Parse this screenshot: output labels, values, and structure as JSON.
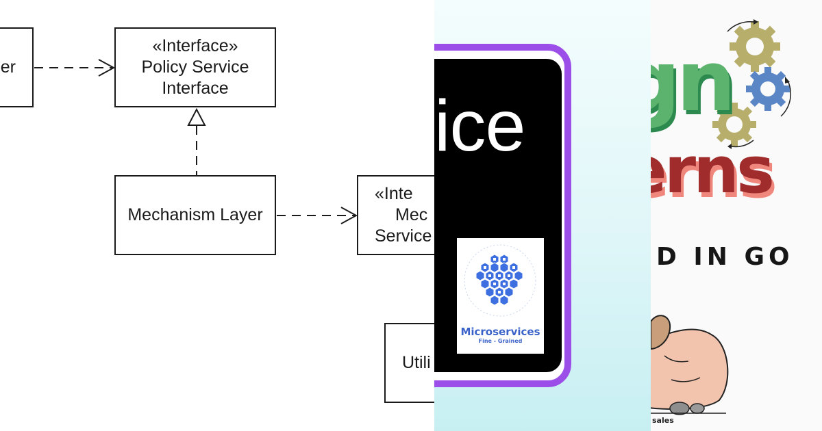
{
  "uml": {
    "left_box_fragment": "er",
    "policy_interface": {
      "stereotype": "«Interface»",
      "line1": "Policy Service",
      "line2": "Interface"
    },
    "mechanism_layer": "Mechanism Layer",
    "mechanism_interface": {
      "stereotype": "«Inte",
      "line1": "Mec",
      "line2": "Service"
    },
    "utility_fragment": "Utili",
    "colors": {
      "line": "#1a1a1a",
      "background": "#ffffff"
    }
  },
  "microservice_card": {
    "heading_fragment": "ice",
    "logo_title": "Microservices",
    "logo_subtitle": "Fine - Grained",
    "colors": {
      "frame": "#9c4fe8",
      "card": "#000000",
      "logo_text": "#3a62c9",
      "hex_tiles": "#3d6fe0"
    },
    "logo_icons": [
      "cloud-icon",
      "people-icon",
      "network-icon",
      "chart-icon",
      "lock-icon",
      "cart-icon",
      "server-icon",
      "gear-icon",
      "database-icon",
      "phone-icon"
    ]
  },
  "patterns_poster": {
    "word_top_fragment": "gn",
    "word_bottom_fragment": "erns",
    "tagline_fragment": "D IN GO",
    "footer_fragment": "sales",
    "colors": {
      "green": "#5bb36d",
      "dark_red": "#a02c2c",
      "salmon": "#f0877c",
      "gear_olive": "#b7ae6c",
      "gear_blue": "#5b86c6",
      "character_skin": "#f2c3ad"
    }
  }
}
